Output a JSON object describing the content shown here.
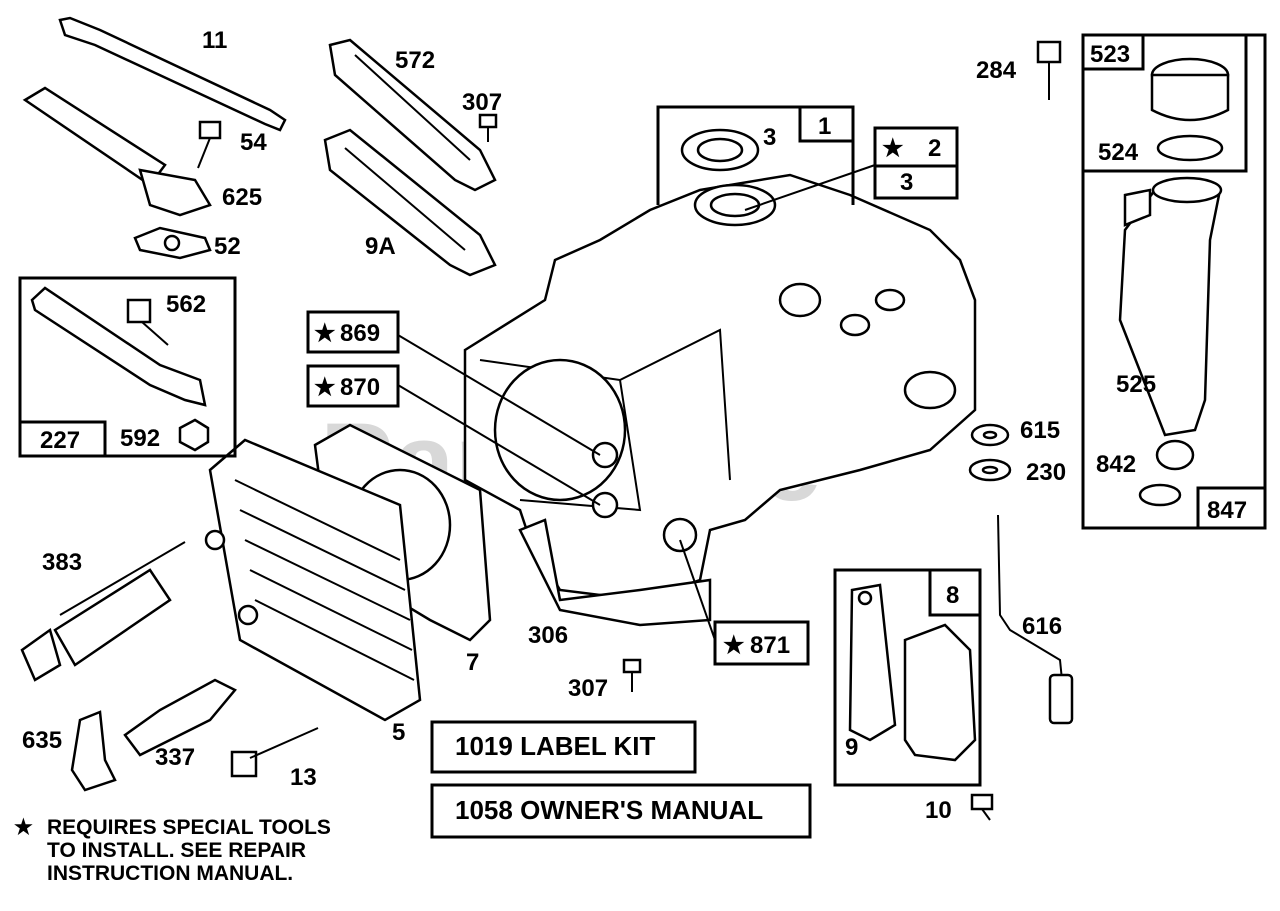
{
  "watermark": "PartsTree",
  "callouts": {
    "c11": "11",
    "c54": "54",
    "c625": "625",
    "c52": "52",
    "c572": "572",
    "c307a": "307",
    "c9a": "9A",
    "c3a": "3",
    "c1": "1",
    "c2": "2",
    "c3b": "3",
    "c284": "284",
    "c523": "523",
    "c524": "524",
    "c525": "525",
    "c842": "842",
    "c847": "847",
    "c562": "562",
    "c227": "227",
    "c592": "592",
    "c869": "869",
    "c870": "870",
    "c871": "871",
    "c615": "615",
    "c230": "230",
    "c616": "616",
    "c383": "383",
    "c635": "635",
    "c337": "337",
    "c13": "13",
    "c5": "5",
    "c7": "7",
    "c306": "306",
    "c307b": "307",
    "c8": "8",
    "c9": "9",
    "c10": "10"
  },
  "kits": {
    "label_kit": "1019 LABEL KIT",
    "owners_manual": "1058 OWNER'S MANUAL"
  },
  "star_symbol": "★",
  "footnote": {
    "line1": "REQUIRES SPECIAL TOOLS",
    "line2": "TO INSTALL.  SEE REPAIR",
    "line3": "INSTRUCTION MANUAL."
  }
}
